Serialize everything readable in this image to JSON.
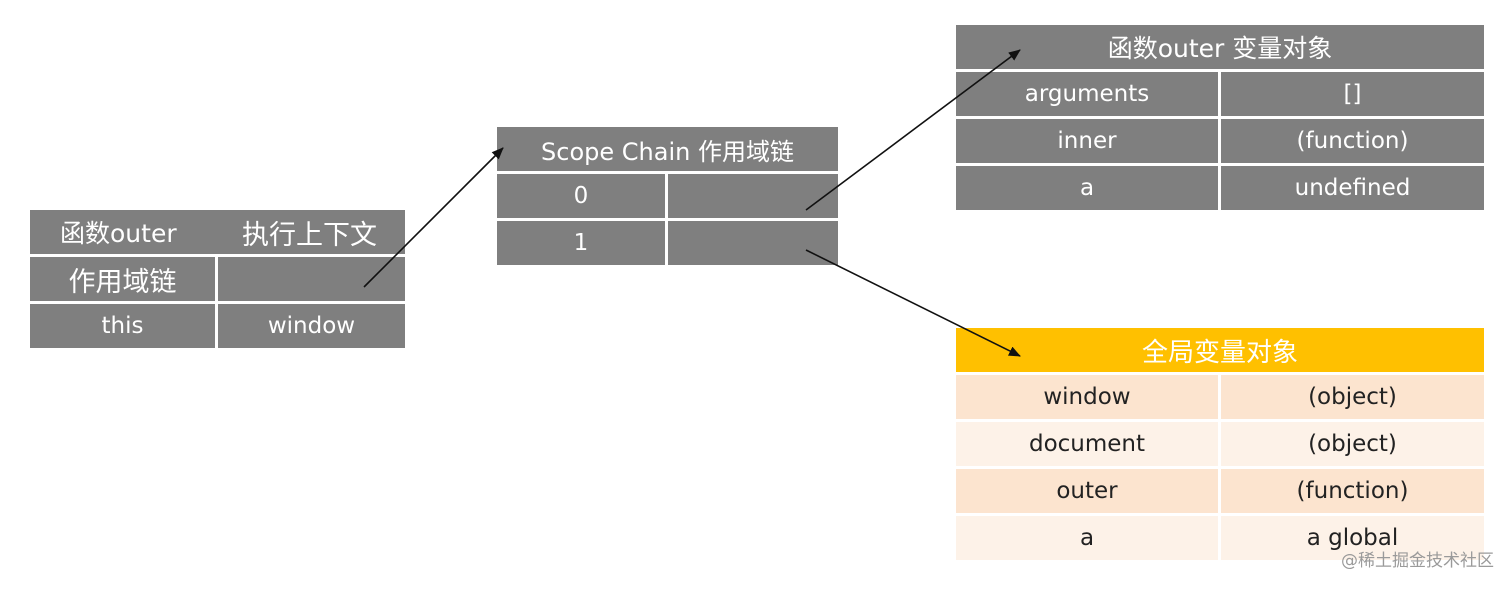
{
  "context_table": {
    "header_left": "函数outer",
    "header_right": "执行上下文",
    "rows": [
      {
        "key": "作用域链",
        "value": ""
      },
      {
        "key": "this",
        "value": "window"
      }
    ]
  },
  "scope_chain_table": {
    "header": "Scope  Chain  作用域链",
    "rows": [
      {
        "key": "0",
        "value": ""
      },
      {
        "key": "1",
        "value": ""
      }
    ]
  },
  "outer_vo_table": {
    "header": "函数outer  变量对象",
    "rows": [
      {
        "key": "arguments",
        "value": "[]"
      },
      {
        "key": "inner",
        "value": "(function)"
      },
      {
        "key": "a",
        "value": "undefined"
      }
    ]
  },
  "global_vo_table": {
    "header": "全局变量对象",
    "rows": [
      {
        "key": "window",
        "value": "(object)"
      },
      {
        "key": "document",
        "value": "(object)"
      },
      {
        "key": "outer",
        "value": "(function)"
      },
      {
        "key": "a",
        "value": "a  global"
      }
    ]
  },
  "watermark": "@稀土掘金技术社区",
  "colors": {
    "gray_cell": "#7f7f7f",
    "global_header": "#ffc000",
    "global_row_dark": "#fce4cf",
    "global_row_light": "#fdf2e8"
  }
}
